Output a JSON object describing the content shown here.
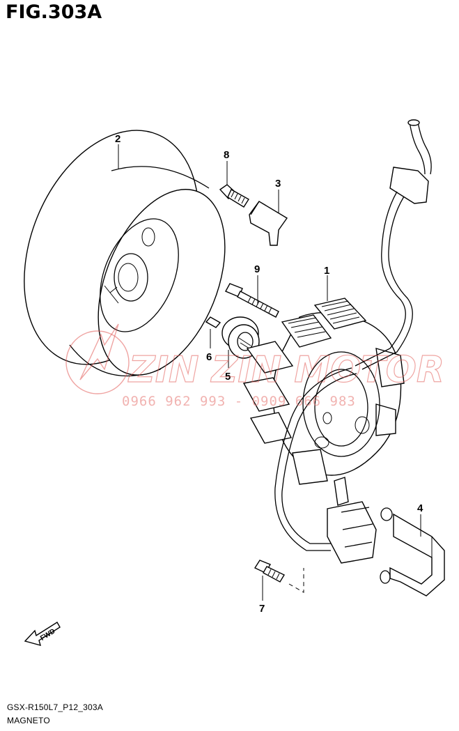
{
  "figure": {
    "title": "FIG.303A",
    "code": "GSX-R150L7_P12_303A",
    "caption": "MAGNETO"
  },
  "callouts": [
    {
      "id": "callout-1",
      "label": "1"
    },
    {
      "id": "callout-2",
      "label": "2"
    },
    {
      "id": "callout-3",
      "label": "3"
    },
    {
      "id": "callout-4",
      "label": "4"
    },
    {
      "id": "callout-5",
      "label": "5"
    },
    {
      "id": "callout-6",
      "label": "6"
    },
    {
      "id": "callout-7",
      "label": "7"
    },
    {
      "id": "callout-8",
      "label": "8"
    },
    {
      "id": "callout-9",
      "label": "9"
    }
  ],
  "fwd_arrow": {
    "label": "FWD"
  },
  "watermark": {
    "brand": "ZIN ZIN MOTOR",
    "phone": "0966 962 993 - 0909 666 983",
    "color": "#e25a55"
  },
  "colors": {
    "line": "#000000",
    "background": "#ffffff"
  }
}
